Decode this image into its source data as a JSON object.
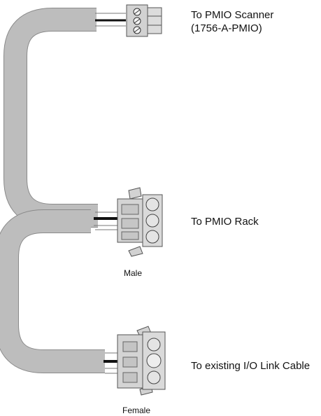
{
  "labels": {
    "scanner_line1": "To PMIO Scanner",
    "scanner_line2": "(1756-A-PMIO)",
    "rack": "To PMIO Rack",
    "male": "Male",
    "existing_cable": "To existing I/O Link Cable",
    "female": "Female"
  },
  "colors": {
    "cable": "#bdbdbd",
    "cable_outline": "#8a8a8a",
    "connector": "#d2d2d2",
    "connector_outline": "#555555",
    "wire_black": "#111111",
    "wire_white": "#f2f2f2",
    "text": "#111111"
  },
  "icons": {
    "top_connector": "terminal-block-plug-icon",
    "middle_connector": "male-circular-connector-icon",
    "bottom_connector": "female-circular-connector-icon"
  }
}
